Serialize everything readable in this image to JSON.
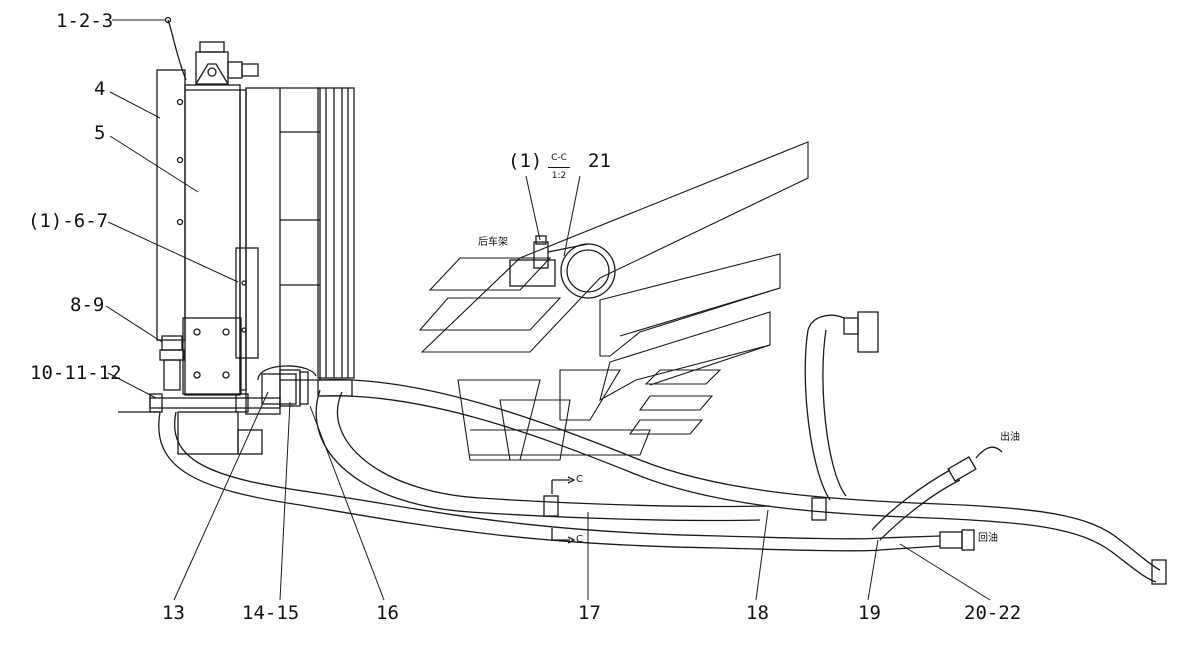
{
  "callouts": {
    "c1": "1-2-3",
    "c4": "4",
    "c5": "5",
    "c6": "(1)-6-7",
    "c8": "8-9",
    "c10": "10-11-12",
    "c13": "13",
    "c14": "14-15",
    "c16": "16",
    "c17": "17",
    "c18": "18",
    "c19": "19",
    "c20": "20-22",
    "c21": "21",
    "detail_ref": "(1)"
  },
  "detail": {
    "section_name": "C-C",
    "scale": "1:2",
    "frame_label": "后车架"
  },
  "section_marks": [
    "C",
    "C"
  ],
  "ports": {
    "outlet": "出油",
    "return": "回油"
  }
}
